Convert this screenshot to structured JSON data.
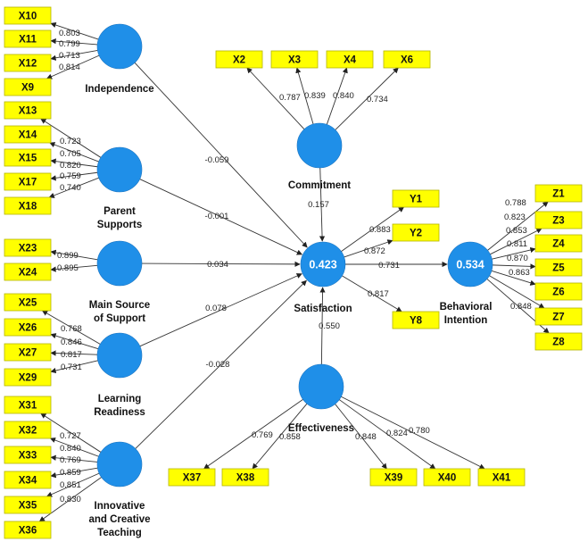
{
  "latents": [
    {
      "id": "ind",
      "lines": [
        "Independence"
      ]
    },
    {
      "id": "ps",
      "lines": [
        "Parent",
        "Supports"
      ]
    },
    {
      "id": "mss",
      "lines": [
        "Main Source",
        "of Support"
      ]
    },
    {
      "id": "lr",
      "lines": [
        "Learning",
        "Readiness"
      ]
    },
    {
      "id": "ict",
      "lines": [
        "Innovative",
        "and Creative",
        "Teaching"
      ]
    },
    {
      "id": "com",
      "lines": [
        "Commitment"
      ]
    },
    {
      "id": "sat",
      "lines": [
        "Satisfaction"
      ],
      "r2": "0.423"
    },
    {
      "id": "eff",
      "lines": [
        "Effectiveness"
      ]
    },
    {
      "id": "bi",
      "lines": [
        "Behavioral",
        "Intention"
      ],
      "r2": "0.534"
    }
  ],
  "indicators": [
    "X10",
    "X11",
    "X12",
    "X9",
    "X13",
    "X14",
    "X15",
    "X17",
    "X18",
    "X23",
    "X24",
    "X25",
    "X26",
    "X27",
    "X29",
    "X31",
    "X32",
    "X33",
    "X34",
    "X35",
    "X36",
    "X2",
    "X3",
    "X4",
    "X6",
    "Y1",
    "Y2",
    "Y8",
    "Z1",
    "Z3",
    "Z4",
    "Z5",
    "Z6",
    "Z7",
    "Z8",
    "X37",
    "X38",
    "X39",
    "X40",
    "X41"
  ],
  "loadings": [
    {
      "latent": "ind",
      "indicator": "X10",
      "value": "0.803"
    },
    {
      "latent": "ind",
      "indicator": "X11",
      "value": "0.799"
    },
    {
      "latent": "ind",
      "indicator": "X12",
      "value": "0.713"
    },
    {
      "latent": "ind",
      "indicator": "X9",
      "value": "0.814"
    },
    {
      "latent": "ps",
      "indicator": "X13",
      "value": "0.723"
    },
    {
      "latent": "ps",
      "indicator": "X14",
      "value": "0.705"
    },
    {
      "latent": "ps",
      "indicator": "X15",
      "value": "0.820"
    },
    {
      "latent": "ps",
      "indicator": "X17",
      "value": "0.759"
    },
    {
      "latent": "ps",
      "indicator": "X18",
      "value": "0.740"
    },
    {
      "latent": "mss",
      "indicator": "X23",
      "value": "0.899"
    },
    {
      "latent": "mss",
      "indicator": "X24",
      "value": "0.895"
    },
    {
      "latent": "lr",
      "indicator": "X25",
      "value": "0.768"
    },
    {
      "latent": "lr",
      "indicator": "X26",
      "value": "0.846"
    },
    {
      "latent": "lr",
      "indicator": "X27",
      "value": "0.817"
    },
    {
      "latent": "lr",
      "indicator": "X29",
      "value": "0.731"
    },
    {
      "latent": "ict",
      "indicator": "X31",
      "value": "0.727"
    },
    {
      "latent": "ict",
      "indicator": "X32",
      "value": "0.840"
    },
    {
      "latent": "ict",
      "indicator": "X33",
      "value": "0.769"
    },
    {
      "latent": "ict",
      "indicator": "X34",
      "value": "0.859"
    },
    {
      "latent": "ict",
      "indicator": "X35",
      "value": "0.851"
    },
    {
      "latent": "ict",
      "indicator": "X36",
      "value": "0.830"
    },
    {
      "latent": "com",
      "indicator": "X2",
      "value": "0.787"
    },
    {
      "latent": "com",
      "indicator": "X3",
      "value": "0.839"
    },
    {
      "latent": "com",
      "indicator": "X4",
      "value": "0.840"
    },
    {
      "latent": "com",
      "indicator": "X6",
      "value": "0.734"
    },
    {
      "latent": "sat",
      "indicator": "Y1",
      "value": "0.883"
    },
    {
      "latent": "sat",
      "indicator": "Y2",
      "value": "0.872"
    },
    {
      "latent": "sat",
      "indicator": "Y8",
      "value": "0.817"
    },
    {
      "latent": "bi",
      "indicator": "Z1",
      "value": "0.788"
    },
    {
      "latent": "bi",
      "indicator": "Z3",
      "value": "0.823"
    },
    {
      "latent": "bi",
      "indicator": "Z4",
      "value": "0.853"
    },
    {
      "latent": "bi",
      "indicator": "Z5",
      "value": "0.811"
    },
    {
      "latent": "bi",
      "indicator": "Z6",
      "value": "0.870"
    },
    {
      "latent": "bi",
      "indicator": "Z7",
      "value": "0.863"
    },
    {
      "latent": "bi",
      "indicator": "Z8",
      "value": "0.848"
    },
    {
      "latent": "eff",
      "indicator": "X37",
      "value": "0.769"
    },
    {
      "latent": "eff",
      "indicator": "X38",
      "value": "0.858"
    },
    {
      "latent": "eff",
      "indicator": "X39",
      "value": "0.848"
    },
    {
      "latent": "eff",
      "indicator": "X40",
      "value": "0.824"
    },
    {
      "latent": "eff",
      "indicator": "X41",
      "value": "0.780"
    }
  ],
  "paths": [
    {
      "from": "ind",
      "to": "sat",
      "value": "-0.059"
    },
    {
      "from": "ps",
      "to": "sat",
      "value": "-0.001"
    },
    {
      "from": "mss",
      "to": "sat",
      "value": "0.034"
    },
    {
      "from": "lr",
      "to": "sat",
      "value": "0.078"
    },
    {
      "from": "ict",
      "to": "sat",
      "value": "-0.028"
    },
    {
      "from": "com",
      "to": "sat",
      "value": "0.157"
    },
    {
      "from": "eff",
      "to": "sat",
      "value": "0.550"
    },
    {
      "from": "sat",
      "to": "bi",
      "value": "0.731"
    }
  ],
  "colors": {
    "latent": "#1f8fe8",
    "indicator": "#ffff00",
    "edge": "#333333"
  }
}
